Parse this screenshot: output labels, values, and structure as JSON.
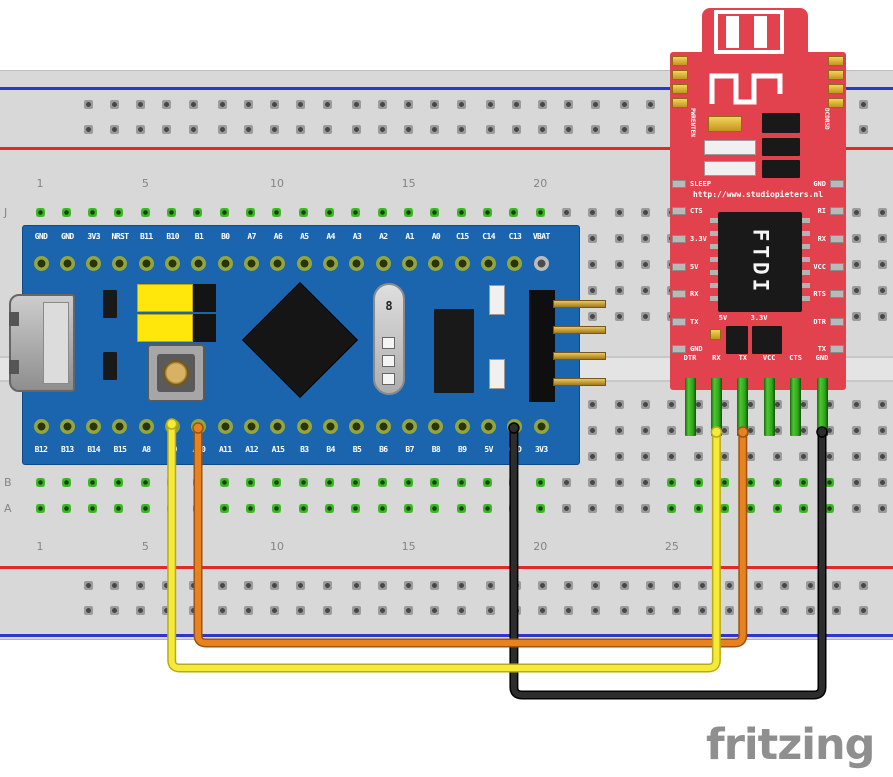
{
  "app": {
    "logo_text": "fritzing"
  },
  "colors": {
    "breadboard": "#d8d8d8",
    "rail_blue": "#3036c9",
    "rail_red": "#de2a2a",
    "hole_green": "#3fb12a",
    "bluepill_blue": "#1a65ad",
    "ftdi_red": "#e2424e",
    "leg_green": "#2fa31c"
  },
  "breadboard": {
    "top_numbers": [
      {
        "label": "1",
        "col": 1
      },
      {
        "label": "5",
        "col": 5
      },
      {
        "label": "10",
        "col": 10
      },
      {
        "label": "15",
        "col": 15
      },
      {
        "label": "20",
        "col": 20
      }
    ],
    "bottom_numbers": [
      {
        "label": "1",
        "col": 1
      },
      {
        "label": "5",
        "col": 5
      },
      {
        "label": "10",
        "col": 10
      },
      {
        "label": "15",
        "col": 15
      },
      {
        "label": "20",
        "col": 20
      },
      {
        "label": "25",
        "col": 25
      }
    ],
    "row_letters": [
      {
        "label": "J",
        "row": "J"
      },
      {
        "label": "B",
        "row": "B"
      },
      {
        "label": "A",
        "row": "A"
      }
    ]
  },
  "bluepill": {
    "top_pins": [
      "GND",
      "GND",
      "3V3",
      "NRST",
      "B11",
      "B10",
      "B1",
      "B0",
      "A7",
      "A6",
      "A5",
      "A4",
      "A3",
      "A2",
      "A1",
      "A0",
      "C15",
      "C14",
      "C13",
      "VBAT"
    ],
    "bottom_pins": [
      "B12",
      "B13",
      "B14",
      "B15",
      "A8",
      "A9",
      "A10",
      "A11",
      "A12",
      "A15",
      "B3",
      "B4",
      "B5",
      "B6",
      "B7",
      "B8",
      "B9",
      "5V",
      "GND",
      "3V3"
    ],
    "crystal_marking": "8"
  },
  "ftdi": {
    "url": "http://www.studiopieters.nl",
    "chip_label": "FTDI",
    "left_vertical_label": "PWRENTEN",
    "right_vertical_label": "DCDRSD",
    "left_pin_labels": [
      "SLEEP",
      "CTS",
      "3.3V",
      "5V",
      "RX",
      "TX",
      "GND"
    ],
    "right_pin_labels": [
      "GND",
      "RI",
      "RX",
      "VCC",
      "RTS",
      "DTR",
      "TX"
    ],
    "jumper_labels": [
      "5V",
      "3.3V"
    ],
    "header_pin_labels": [
      "DTR",
      "RX",
      "TX",
      "VCC",
      "CTS",
      "GND"
    ]
  },
  "wires": [
    {
      "name": "wire-yellow",
      "color": "#f5e93a",
      "edge": "#b9ab16",
      "from_pin": "A9",
      "to_pin": "RX"
    },
    {
      "name": "wire-orange",
      "color": "#e8821e",
      "edge": "#9c5410",
      "from_pin": "A10",
      "to_pin": "TX"
    },
    {
      "name": "wire-black",
      "color": "#2d2d2d",
      "edge": "#000000",
      "from_pin": "GND",
      "to_pin": "GND"
    }
  ]
}
